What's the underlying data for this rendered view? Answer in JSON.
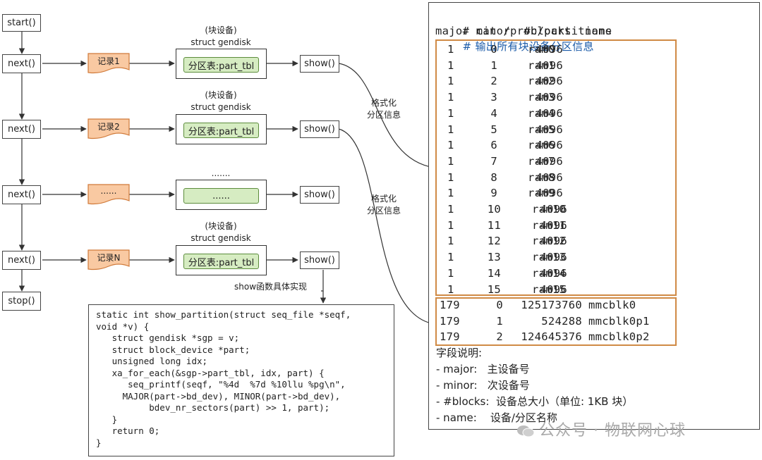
{
  "flow": {
    "start": "start()",
    "next": "next()",
    "stop": "stop()",
    "show": "show()",
    "records": [
      "记录1",
      "记录2",
      "......",
      "记录N"
    ],
    "disk_caption_line1": "(块设备)",
    "disk_caption_line2": "struct gendisk",
    "disk_dots_caption": ".......",
    "part_tbl": "分区表:part_tbl",
    "part_tbl_dots": "......",
    "format_label_line1": "格式化",
    "format_label_line2": "分区信息",
    "show_impl_label": "show函数具体实现"
  },
  "code": "static int show_partition(struct seq_file *seqf,\nvoid *v) {\n   struct gendisk *sgp = v;\n   struct block_device *part;\n   unsigned long idx;\n   xa_for_each(&sgp->part_tbl, idx, part) {\n      seq_printf(seqf, \"%4d  %7d %10llu %pg\\n\",\n     MAJOR(part->bd_dev), MINOR(part->bd_dev),\n          bdev_nr_sectors(part) >> 1, part);\n   }\n   return 0;\n}",
  "terminal": {
    "command": "# cat /proc/partitions",
    "comment": "# 输出所有块设备分区信息",
    "header": "major minor  #blocks  name",
    "ram_rows": [
      [
        "1",
        "0",
        "4096",
        "ram0"
      ],
      [
        "1",
        "1",
        "4096",
        "ram1"
      ],
      [
        "1",
        "2",
        "4096",
        "ram2"
      ],
      [
        "1",
        "3",
        "4096",
        "ram3"
      ],
      [
        "1",
        "4",
        "4096",
        "ram4"
      ],
      [
        "1",
        "5",
        "4096",
        "ram5"
      ],
      [
        "1",
        "6",
        "4096",
        "ram6"
      ],
      [
        "1",
        "7",
        "4096",
        "ram7"
      ],
      [
        "1",
        "8",
        "4096",
        "ram8"
      ],
      [
        "1",
        "9",
        "4096",
        "ram9"
      ],
      [
        "1",
        "10",
        "4096",
        "ram10"
      ],
      [
        "1",
        "11",
        "4096",
        "ram11"
      ],
      [
        "1",
        "12",
        "4096",
        "ram12"
      ],
      [
        "1",
        "13",
        "4096",
        "ram13"
      ],
      [
        "1",
        "14",
        "4096",
        "ram14"
      ],
      [
        "1",
        "15",
        "4096",
        "ram15"
      ]
    ],
    "mmc_rows": [
      [
        "179",
        "0",
        "125173760",
        "mmcblk0"
      ],
      [
        "179",
        "1",
        "524288",
        "mmcblk0p1"
      ],
      [
        "179",
        "2",
        "124645376",
        "mmcblk0p2"
      ]
    ],
    "legend_title": "字段说明:",
    "legend": [
      "- major:   主设备号",
      "- minor:   次设备号",
      "- #blocks:  设备总大小（单位: 1KB 块）",
      "- name:    设备/分区名称"
    ]
  },
  "watermark": "公众号 · 物联网心球",
  "colors": {
    "record_fill": "#f9c9a2",
    "record_stroke": "#d07a3a",
    "part_tbl_fill": "#d6ecc2",
    "part_tbl_stroke": "#5c8c3c",
    "highlight_box": "#d08a45",
    "comment_text": "#1a5aa8"
  }
}
